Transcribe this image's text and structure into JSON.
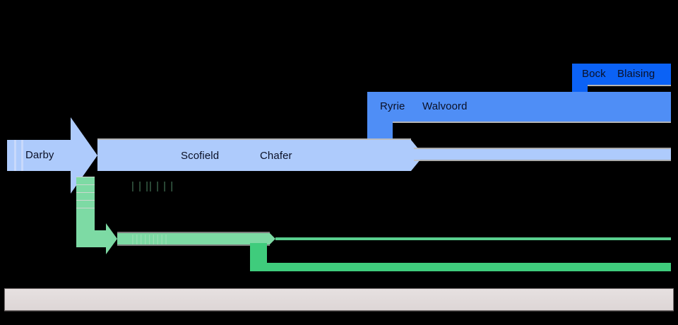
{
  "diagram": {
    "type": "timeline-flow",
    "background_color": "#000000",
    "palette": {
      "light_blue": "#aecbfc",
      "mid_blue": "#4f8ef6",
      "strong_blue": "#0b62f6",
      "light_green": "#7ddaa4",
      "strong_green": "#3fcc7c",
      "axis_fill": "#e3dcdc",
      "axis_border": "#7a7474",
      "label_text": "#0a1026"
    },
    "tracks": [
      {
        "id": "track-bock-blaising",
        "color": "#0b62f6",
        "labels": [
          "Bock",
          "Blaising"
        ]
      },
      {
        "id": "track-ryrie-walvoord",
        "color": "#4f8ef6",
        "labels": [
          "Ryrie",
          "Walvoord"
        ]
      },
      {
        "id": "track-darby",
        "color": "#aecbfc",
        "labels": [
          "Darby"
        ]
      },
      {
        "id": "track-scofield-chafer",
        "color": "#aecbfc",
        "labels": [
          "Scofield",
          "Chafer"
        ]
      },
      {
        "id": "track-green-upper",
        "color": "#7ddaa4",
        "labels": []
      },
      {
        "id": "track-green-lower",
        "color": "#3fcc7c",
        "labels": []
      }
    ],
    "labels": {
      "bock": "Bock",
      "blaising": "Blaising",
      "ryrie": "Ryrie",
      "walvoord": "Walvoord",
      "darby": "Darby",
      "scofield": "Scofield",
      "chafer": "Chafer"
    },
    "axis": {
      "label": "",
      "ticks": []
    }
  }
}
